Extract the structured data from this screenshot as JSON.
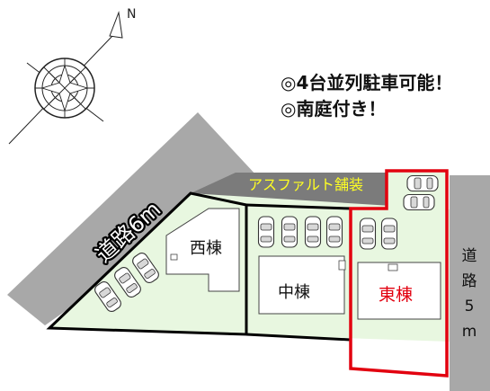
{
  "highlights": {
    "line1": "◎4台並列駐車可能！",
    "line2": "◎南庭付き！"
  },
  "compass": {
    "north_label": "N"
  },
  "roads": {
    "west_label": "道路6m",
    "east_chars": [
      "道",
      "路",
      "5",
      "m"
    ]
  },
  "paving_label": "アスファルト舗装",
  "buildings": {
    "west": "西棟",
    "middle": "中棟",
    "east": "東棟"
  },
  "colors": {
    "lot_fill": "#e8f7e0",
    "road_gray": "#a8a8a8",
    "asphalt": "#7b7b7b",
    "paving_text": "#ffff22",
    "east_highlight": "#e2000f",
    "outline": "#000000"
  }
}
